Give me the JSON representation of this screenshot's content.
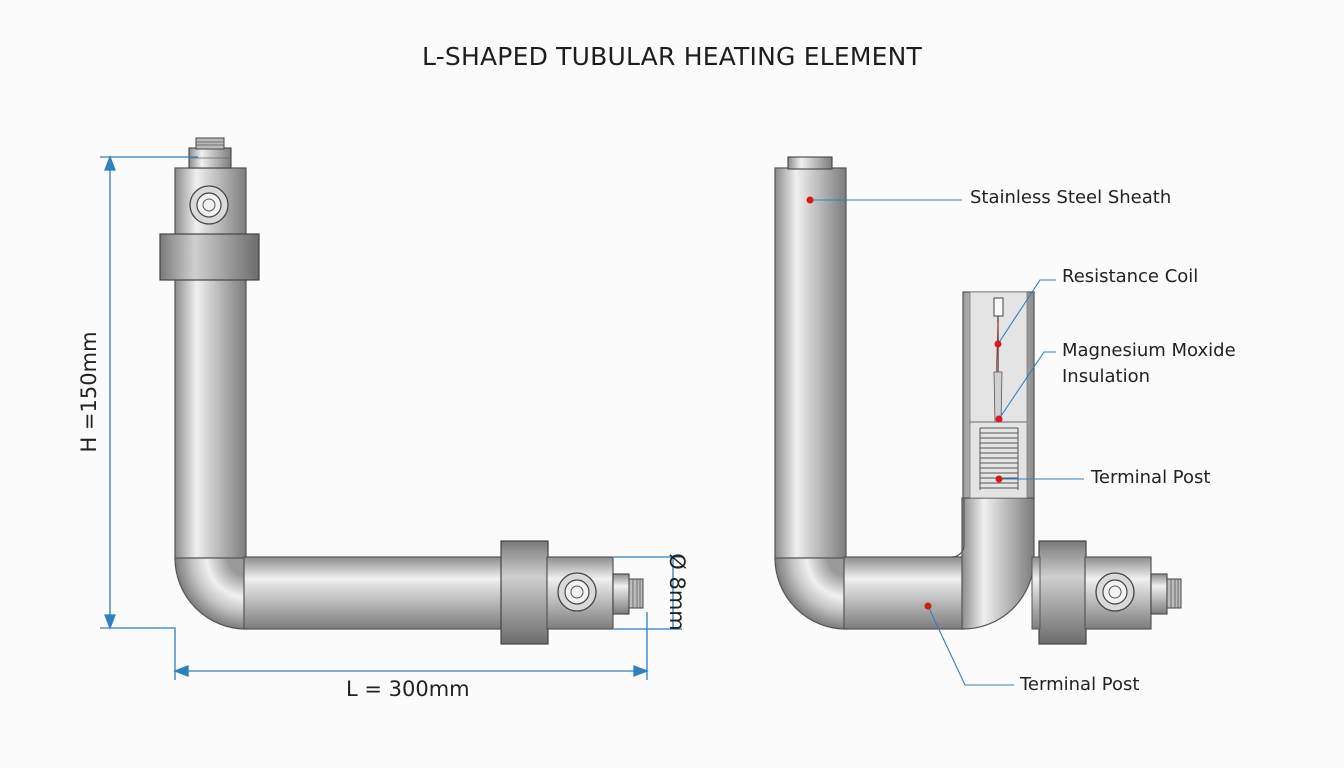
{
  "title": "L-SHAPED TUBULAR HEATING ELEMENT",
  "dimensions": {
    "height": "H =150mm",
    "length": "L = 300mm",
    "diameter": "Ø 8mm"
  },
  "callouts": {
    "sheath": "Stainless Steel Sheath",
    "coil": "Resistance Coil",
    "insulation_line1": "Magnesium Moxide",
    "insulation_line2": "Insulation",
    "terminal_post_upper": "Terminal Post",
    "terminal_post_lower": "Terminal Post"
  },
  "colors": {
    "dimension_line": "#2f7fc1",
    "callout_dot": "#d7191c",
    "metal": "#c4c4c4"
  }
}
